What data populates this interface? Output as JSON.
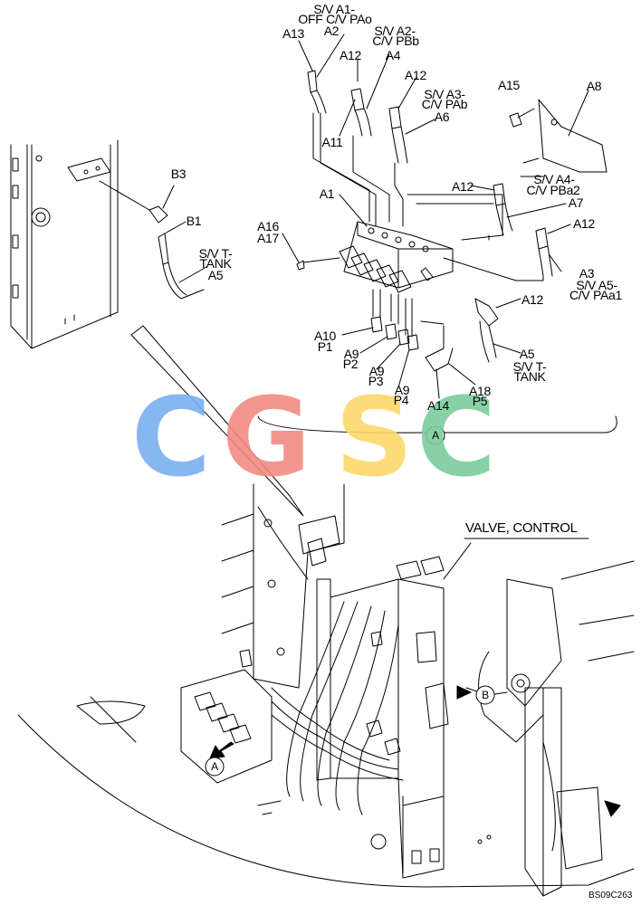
{
  "labels": {
    "sv_a1": "S/V A1-",
    "off_cv_pao": "OFF C/V PAo",
    "sv_a2": "S/V A2-",
    "cv_pbb": "C/V PBb",
    "a13": "A13",
    "a2": "A2",
    "a12_top1": "A12",
    "a4": "A4",
    "a12_top2": "A12",
    "sv_a3": "S/V A3-",
    "cv_pab": "C/V PAb",
    "a6": "A6",
    "a11": "A11",
    "a15": "A15",
    "a8": "A8",
    "b3": "B3",
    "b1": "B1",
    "sv_t_1": "S/V T-",
    "tank_1": "TANK",
    "a5_1": "A5",
    "a1": "A1",
    "a12_mid": "A12",
    "sv_a4": "S/V A4-",
    "cv_pba2": "C/V PBa2",
    "a7": "A7",
    "a12_right": "A12",
    "a16": "A16",
    "a17": "A17",
    "a3": "A3",
    "sv_a5": "S/V A5-",
    "cv_paa1": "C/V PAa1",
    "a12_elbow": "A12",
    "a10": "A10",
    "p1": "P1",
    "a9_1": "A9",
    "p2": "P2",
    "a9_2": "A9",
    "p3": "P3",
    "a9_3": "A9",
    "p4": "P4",
    "a5_2": "A5",
    "sv_t_2": "S/V T-",
    "tank_2": "TANK",
    "a14": "A14",
    "a18": "A18",
    "p5": "P5",
    "callout_a_top": "A",
    "valve_control": "VALVE, CONTROL",
    "callout_b": "B",
    "callout_a_bottom": "A",
    "drawing_code": "BS09C263"
  },
  "watermark": {
    "letters": [
      "C",
      "G",
      "S",
      "C"
    ],
    "colors": [
      "#7ab0f0",
      "#f28b82",
      "#fcd96a",
      "#7ccb9c"
    ]
  },
  "colors": {
    "line": "#000000",
    "background": "#ffffff"
  }
}
